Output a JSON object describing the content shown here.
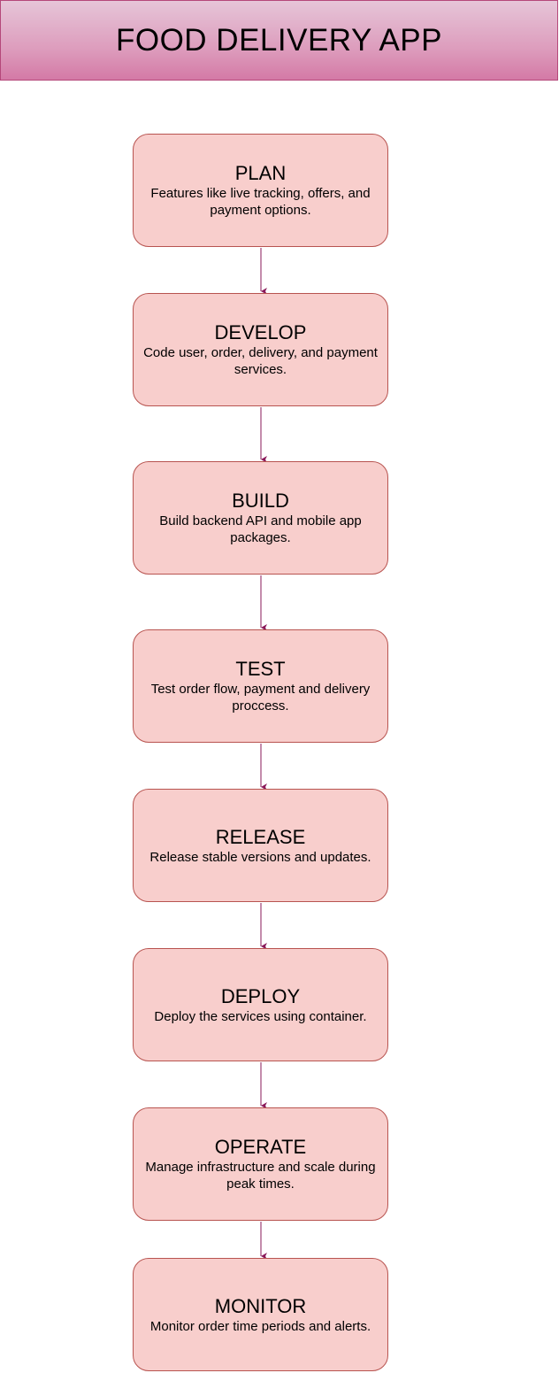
{
  "header": {
    "title": "FOOD DELIVERY APP"
  },
  "steps": [
    {
      "title": "PLAN",
      "description": "Features like live tracking, offers, and payment options."
    },
    {
      "title": "DEVELOP",
      "description": "Code user, order, delivery, and payment services."
    },
    {
      "title": "BUILD",
      "description": "Build backend API and mobile app packages."
    },
    {
      "title": "TEST",
      "description": "Test order flow, payment and delivery proccess."
    },
    {
      "title": "RELEASE",
      "description": "Release stable versions and updates."
    },
    {
      "title": "DEPLOY",
      "description": "Deploy the services using container."
    },
    {
      "title": "OPERATE",
      "description": "Manage infrastructure and scale during peak times."
    },
    {
      "title": "MONITOR",
      "description": "Monitor order time periods and alerts."
    }
  ],
  "colors": {
    "step_fill": "#f8cecc",
    "step_border": "#b85450",
    "connector": "#8a1a5a",
    "header_top": "#e6c5d8",
    "header_bottom": "#d47aa6"
  }
}
